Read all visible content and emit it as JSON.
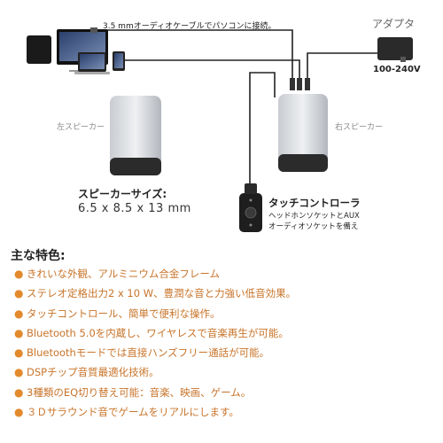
{
  "diagram": {
    "cable_label": "3.5 mmオーディオケーブルでパソコンに接続。",
    "adapter_label": "アダプタ",
    "voltage_label": "100-240V",
    "left_speaker_label": "左スピーカー",
    "right_speaker_label": "右スピーカー",
    "size_title": "スピーカーサイズ:",
    "size_value": "6.5 x 8.5 x 13 mm",
    "touch_title": "タッチコントローラ",
    "touch_desc_1": "ヘッドホンソケットとAUX",
    "touch_desc_2": "オーディオソケットを備え"
  },
  "features": {
    "title": "主な特色:",
    "items": [
      "きれいな外観、アルミニウム合金フレーム",
      "ステレオ定格出力2 x 10 W、豊潤な音と力強い低音効果。",
      "タッチコントロール、簡単で便利な操作。",
      "Bluetooth 5.0を内蔵し、ワイヤレスで音楽再生が可能。",
      "Bluetoothモードでは直接ハンズフリー通話が可能。",
      "DSPチップ音質最適化技術。",
      "3種類のEQ切り替え可能：音楽、映画、ゲーム。",
      "３Ｄサラウンド音でゲームをリアルにします。"
    ]
  },
  "colors": {
    "accent": "#e38a2d",
    "feature_text": "#c8742a"
  }
}
